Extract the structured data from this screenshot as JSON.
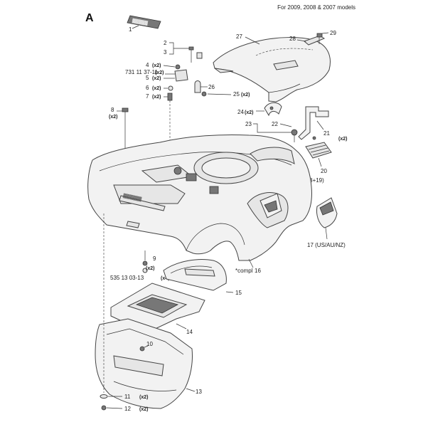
{
  "page": {
    "section_letter": "A",
    "model_note": "For 2009, 2008 & 2007 models"
  },
  "callouts": {
    "c1": "1",
    "c2": "2",
    "c3": "3",
    "c4": "4",
    "c4q": "(x2)",
    "c5pn": "731 11 37-11",
    "c5pnq": "(x2)",
    "c5": "5",
    "c5q": "(x2)",
    "c6": "6",
    "c6q": "(x2)",
    "c7": "7",
    "c7q": "(x2)",
    "c8": "8",
    "c8q": "(x2)",
    "c9": "9",
    "c9q": "(x2)",
    "c9pn": "535 13 03-13",
    "c9pnq": "(x4)",
    "c10": "10",
    "c11": "11",
    "c11q": "(x2)",
    "c12": "12",
    "c12q": "(x2)",
    "c13": "13",
    "c14": "14",
    "c15": "15",
    "c16": "16",
    "c16pre": "*compl",
    "c17": "17 (US/AU/NZ)",
    "c18": "(18+19)",
    "c20": "20",
    "c21": "21",
    "c21q": "(x2)",
    "c22": "22",
    "c23": "23",
    "c24": "24",
    "c24q": "(x2)",
    "c25": "25",
    "c25q": "(x2)",
    "c26": "26",
    "c27": "27",
    "c28": "28",
    "c29": "29"
  }
}
